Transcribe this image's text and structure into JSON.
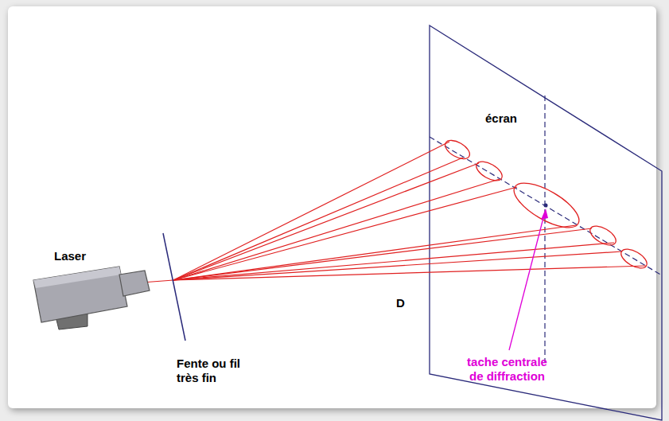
{
  "diagram": {
    "labels": [
      "Laser",
      "écran",
      "D",
      "Fente ou fil très fin",
      "tache centrale de diffraction"
    ]
  }
}
